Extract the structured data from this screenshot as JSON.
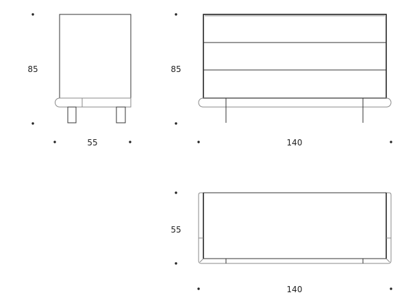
{
  "drawing": {
    "side_view": {
      "height_label": "85",
      "depth_label": "55"
    },
    "front_view": {
      "height_label": "85",
      "width_label": "140",
      "drawer_count": 3
    },
    "top_view": {
      "depth_label": "55",
      "width_label": "140"
    }
  }
}
